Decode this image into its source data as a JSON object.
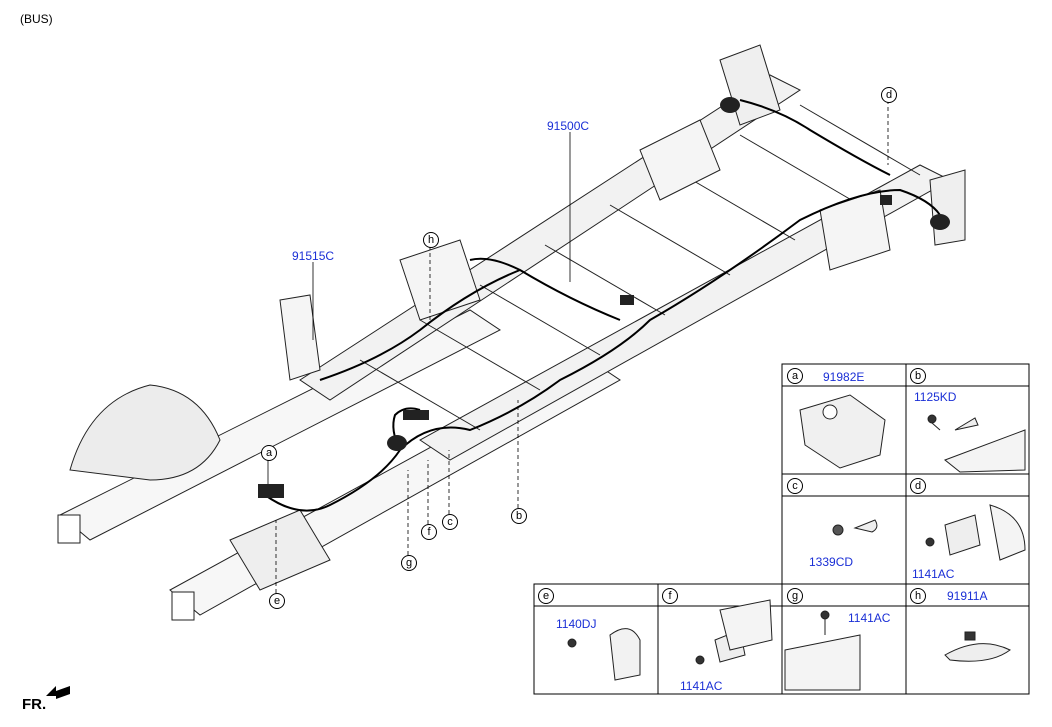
{
  "header": {
    "variant": "(BUS)"
  },
  "footer": {
    "front_marker": "FR."
  },
  "main_parts": {
    "harness_main": "91500C",
    "harness_front": "91515C"
  },
  "callouts": [
    "a",
    "b",
    "c",
    "d",
    "e",
    "f",
    "g",
    "h"
  ],
  "legend": {
    "a": {
      "letter": "a",
      "parts": [
        "91982E"
      ]
    },
    "b": {
      "letter": "b",
      "parts": [
        "1125KD"
      ]
    },
    "c": {
      "letter": "c",
      "parts": [
        "1339CD"
      ]
    },
    "d": {
      "letter": "d",
      "parts": [
        "1141AC"
      ]
    },
    "e": {
      "letter": "e",
      "parts": [
        "1140DJ"
      ]
    },
    "f": {
      "letter": "f",
      "parts": [
        "1141AC"
      ]
    },
    "g": {
      "letter": "g",
      "parts": [
        "1141AC"
      ]
    },
    "h": {
      "letter": "h",
      "parts": [
        "91911A"
      ]
    }
  },
  "colors": {
    "part_number": "#1a2fd6",
    "line": "#000000"
  }
}
